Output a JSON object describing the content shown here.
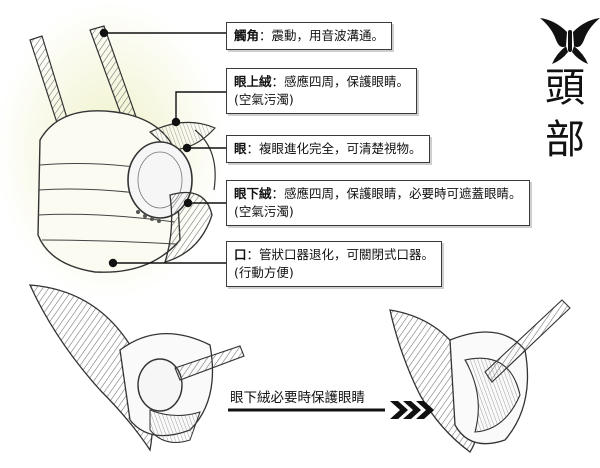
{
  "title": [
    "頭",
    "部"
  ],
  "labels": {
    "antenna": {
      "term": "觸角",
      "text": "：震動，用音波溝通。"
    },
    "upper_fur": {
      "term": "眼上絨",
      "text": "：感應四周，保護眼睛。",
      "note": "(空氣污濁)"
    },
    "eye": {
      "term": "眼",
      "text": "：複眼進化完全，可清楚視物。"
    },
    "lower_fur": {
      "term": "眼下絨",
      "text": "：感應四周，保護眼睛，必要時可遮蓋眼睛。",
      "note": "(空氣污濁)"
    },
    "mouth": {
      "term": "口",
      "text": "：管狀口器退化，可關閉式口器。",
      "note": "(行動方便)"
    }
  },
  "caption": "眼下絨必要時保護眼睛",
  "colors": {
    "ink": "#222222",
    "highlight": "#eef0c4",
    "hatch": "#6c6c6c",
    "eye_fill": "#f6f6f6"
  },
  "logo_icon": "butterfly-logo-icon",
  "arrow_icon": "chevron-arrows-icon"
}
